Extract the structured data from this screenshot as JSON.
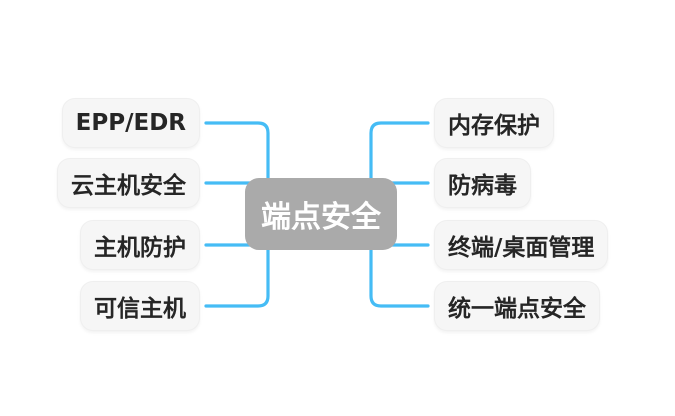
{
  "diagram": {
    "type": "mindmap",
    "root": {
      "label": "端点安全"
    },
    "left_branches": [
      {
        "label": "EPP/EDR"
      },
      {
        "label": "云主机安全"
      },
      {
        "label": "主机防护"
      },
      {
        "label": "可信主机"
      }
    ],
    "right_branches": [
      {
        "label": "内存保护"
      },
      {
        "label": "防病毒"
      },
      {
        "label": "终端/桌面管理"
      },
      {
        "label": "统一端点安全"
      }
    ],
    "colors": {
      "connector": "#45bcf5",
      "root_bg": "#aaaaaa",
      "root_text": "#ffffff",
      "node_bg": "#f6f6f6",
      "node_text": "#262626",
      "canvas_bg": "#ffffff"
    }
  }
}
